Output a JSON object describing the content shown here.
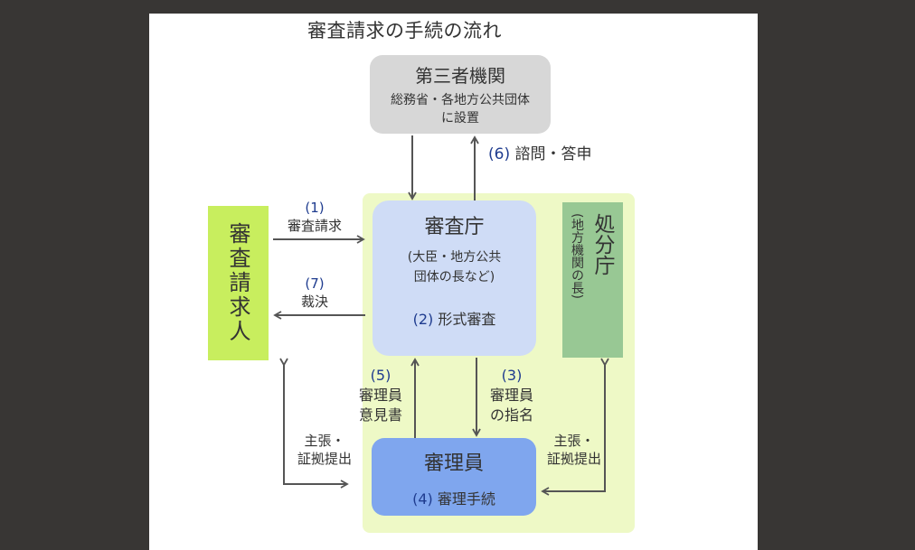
{
  "title": "審査請求の手続の流れ",
  "nodes": {
    "third_party": {
      "name": "第三者機関",
      "line1": "総務省・各地方公共団体",
      "line2": "に設置"
    },
    "review_agency": {
      "name": "審査庁",
      "line1": "(大臣・地方公共",
      "line2": "団体の長など)",
      "step_num": "(2)",
      "step_label": "形式審査"
    },
    "requester": {
      "name": "審査請求人"
    },
    "disposing": {
      "name": "処分庁",
      "sub": "(地方機関の長)"
    },
    "examiner": {
      "name": "審理員",
      "step_num": "(4)",
      "step_label": "審理手続"
    }
  },
  "edges": {
    "e1": {
      "num": "(1)",
      "label": "審査請求"
    },
    "e7": {
      "num": "(7)",
      "label": "裁決"
    },
    "e6": {
      "num": "(6)",
      "label": "諮問・答申"
    },
    "e5": {
      "num": "(5)",
      "line1": "審理員",
      "line2": "意見書"
    },
    "e3": {
      "num": "(3)",
      "line1": "審理員",
      "line2": "の指名"
    },
    "left_claim": {
      "line1": "主張・",
      "line2": "証拠提出"
    },
    "right_claim": {
      "line1": "主張・",
      "line2": "証拠提出"
    }
  },
  "colors": {
    "background": "#383634",
    "zone": "#eef9c6",
    "third_party": "#d7d7d7",
    "review_agency": "#cfdcf6",
    "requester": "#c8ee5e",
    "disposing": "#98c894",
    "examiner": "#7fa6ee",
    "step_number": "#1f3c8f",
    "arrow": "#555555"
  }
}
